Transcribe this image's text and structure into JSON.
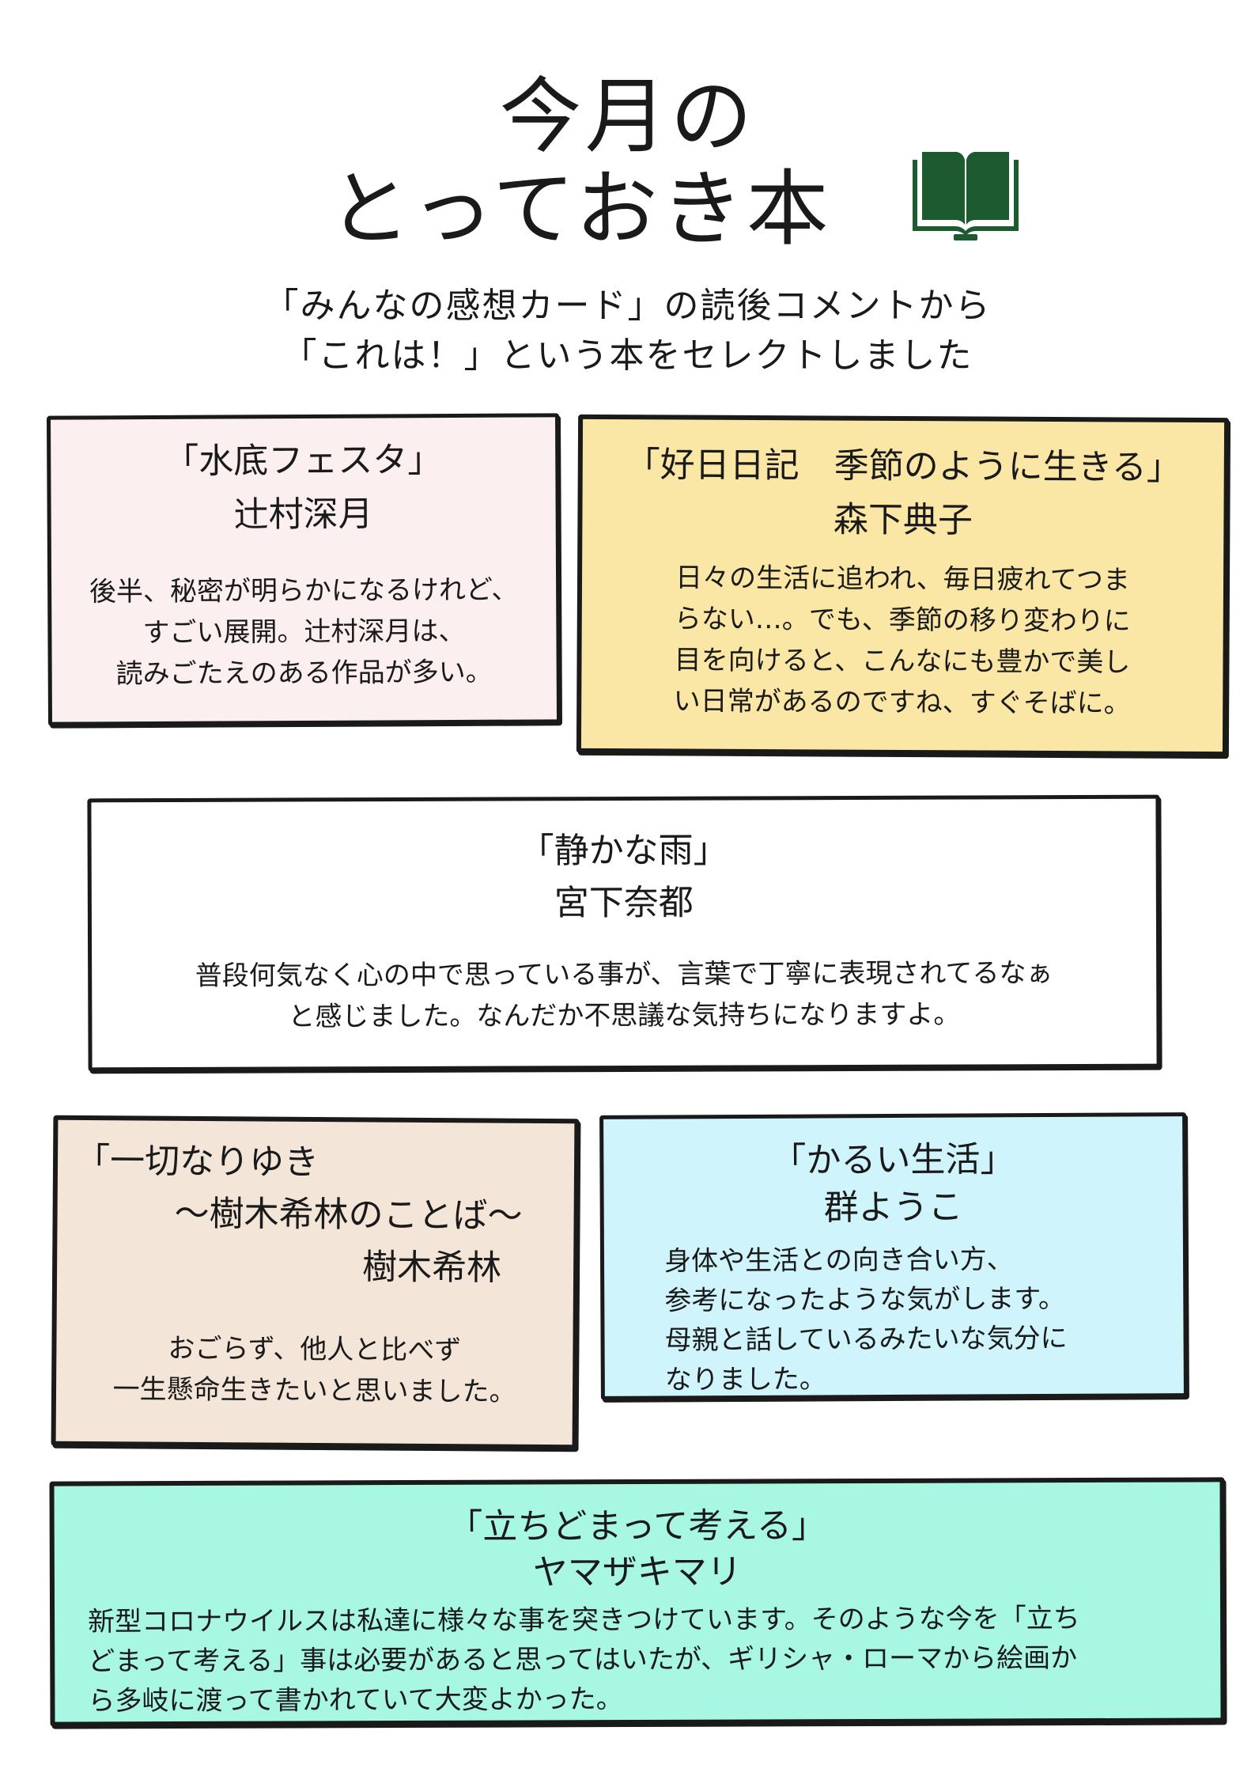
{
  "header": {
    "title_line1": "今月の",
    "title_line2": "とっておき本",
    "subtitle_line1": "「みんなの感想カード」の読後コメントから",
    "subtitle_line2": "「これは！」という本をセレクトしました",
    "book_icon": "open-book-icon",
    "book_color": "#1d5a2f"
  },
  "cards": [
    {
      "title": "「水底フェスタ」",
      "author": "辻村深月",
      "comment": [
        "後半、秘密が明らかになるけれど、",
        "すごい展開。辻村深月は、",
        "読みごたえのある作品が多い。"
      ],
      "color": "#fbeff0"
    },
    {
      "title": "「好日日記　季節のように生きる」",
      "author": "森下典子",
      "comment": [
        "日々の生活に追われ、毎日疲れてつま",
        "らない…。でも、季節の移り変わりに",
        "目を向けると、こんなにも豊かで美し",
        "い日常があるのですね、すぐそばに。"
      ],
      "color": "#fbe7a5"
    },
    {
      "title": "「静かな雨」",
      "author": "宮下奈都",
      "comment": [
        "普段何気なく心の中で思っている事が、言葉で丁寧に表現されてるなぁ",
        "と感じました。なんだか不思議な気持ちになりますよ。"
      ],
      "color": "#ffffff"
    },
    {
      "title_line1": "「一切なりゆき",
      "title_line2": "～樹木希林のことば～",
      "author": "樹木希林",
      "comment": [
        "おごらず、他人と比べず",
        "一生懸命生きたいと思いました。"
      ],
      "color": "#f3e5d7"
    },
    {
      "title": "「かるい生活」",
      "author": "群ようこ",
      "comment": [
        "身体や生活との向き合い方、",
        "参考になったような気がします。",
        "母親と話しているみたいな気分に",
        "なりました。"
      ],
      "color": "#cff4fb"
    },
    {
      "title": "「立ちどまって考える」",
      "author": "ヤマザキマリ",
      "comment": [
        "新型コロナウイルスは私達に様々な事を突きつけています。そのような今を「立ち",
        "どまって考える」事は必要があると思ってはいたが、ギリシャ・ローマから絵画か",
        "ら多岐に渡って書かれていて大変よかった。"
      ],
      "color": "#a8f7e3"
    }
  ]
}
